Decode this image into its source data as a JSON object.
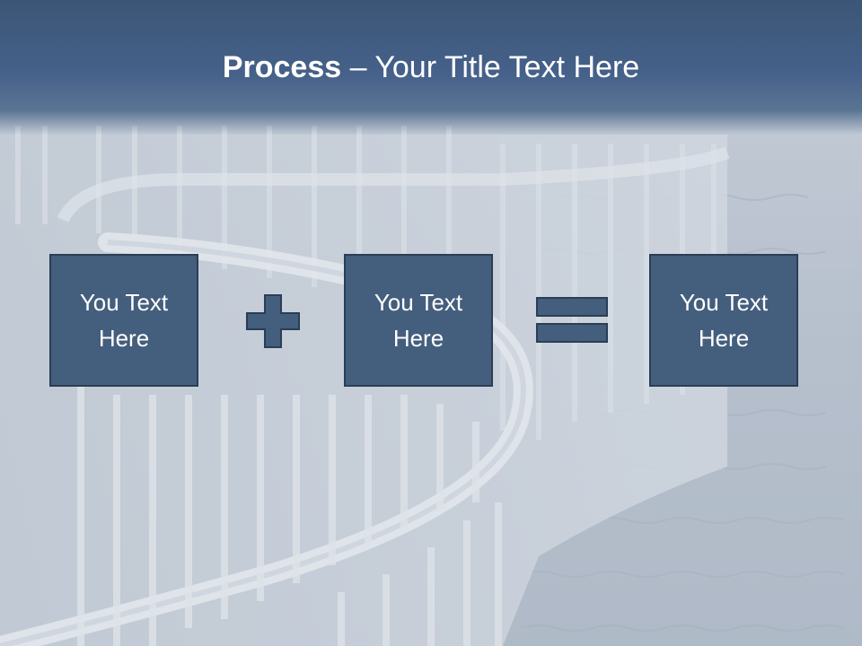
{
  "slide": {
    "title_bold": "Process",
    "title_dash": " – ",
    "title_rest": "Your Title Text Here",
    "boxes": [
      {
        "label": "You Text Here"
      },
      {
        "label": "You Text Here"
      },
      {
        "label": "You Text Here"
      }
    ],
    "operators": [
      "plus",
      "equals"
    ]
  },
  "colors": {
    "header": "#46618a",
    "box_fill": "#445e7d",
    "box_border": "#2a3e55",
    "text": "#ffffff",
    "background": "#b9c3cf"
  }
}
